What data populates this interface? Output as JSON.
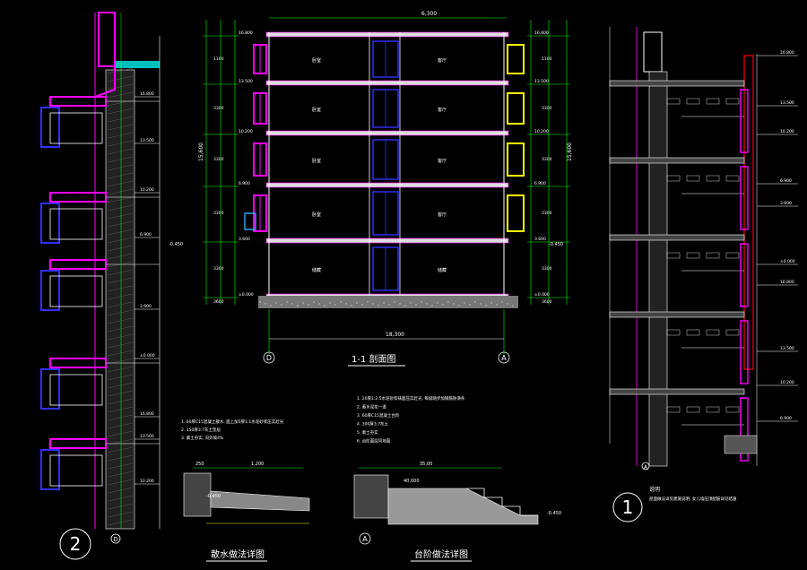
{
  "drawing": {
    "section_title": "1-1 剖面图",
    "drain_title": "散水做法详图",
    "step_title": "台阶做法详图",
    "detail_circle_left": "2",
    "detail_circle_right": "1",
    "axis_labels": [
      "D",
      "A",
      "A",
      "D"
    ],
    "dimensions": {
      "top_total": "6,300",
      "bottom_total": "18,300",
      "left_total": "15,600",
      "right_total": "15,600",
      "level_minus": "-0.450",
      "step_width": "35,00",
      "step_inner": "40,000",
      "drain_width": "1,200",
      "drain_offset": "250"
    },
    "floor_levels": [
      "16.800",
      "13.500",
      "10.200",
      "6.900",
      "3.600",
      "±0.000"
    ],
    "floor_dims_left": [
      "1100",
      "3300",
      "3300",
      "3300",
      "3300",
      "3600"
    ],
    "room_labels": [
      "卧室",
      "客厅",
      "卧室",
      "客厅",
      "卧室",
      "客厅",
      "卧室",
      "客厅",
      "储藏",
      "储藏"
    ],
    "notes_drain": [
      "1. 60厚C15混凝土散水, 面上加5厚1:1水泥砂浆压实赶光",
      "2. 150厚3:7灰土垫层",
      "3. 素土夯实, 向外坡4%"
    ],
    "notes_step": [
      "1. 20厚1:2.5水泥砂浆抹面压实赶光, 每级踏步加钢筋防滑条",
      "2. 素水泥浆一道",
      "3. 60厚C15混凝土台阶",
      "4. 300厚3:7灰土",
      "5. 素土夯实",
      "6. 台阶面层同地面"
    ],
    "note_heading": "说明",
    "right_note": "屋面做法详见建施说明, 女儿墙压顶配筋详见结施",
    "colors": {
      "magenta": "#ff00ff",
      "cyan": "#00ffff",
      "yellow": "#ffff00",
      "green": "#00ff00",
      "white": "#ffffff",
      "red": "#ff0000",
      "blue": "#3030ff"
    }
  }
}
